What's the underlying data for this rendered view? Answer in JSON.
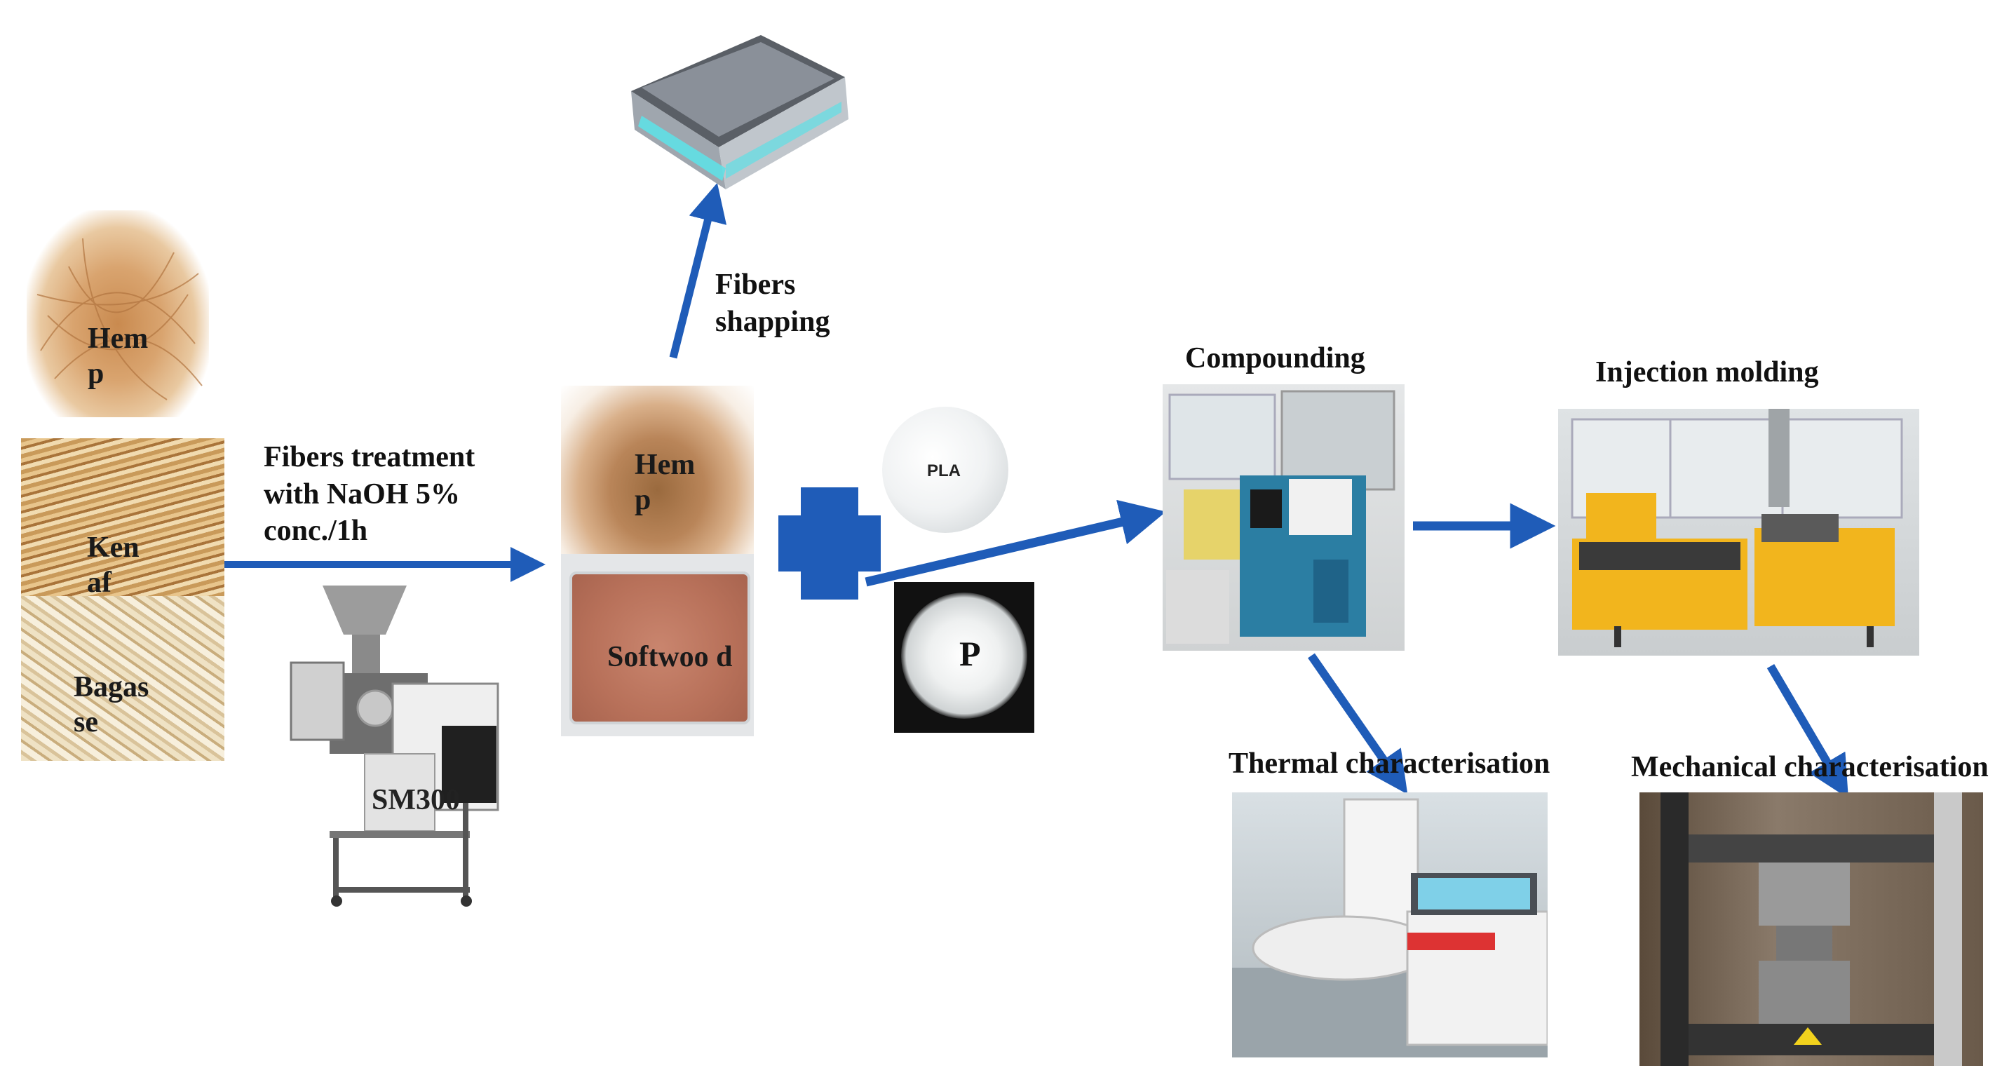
{
  "colors": {
    "arrow": "#1f5cb8"
  },
  "fibers": {
    "hemp_label": "Hem p",
    "kenaf_label": "Ken af",
    "bagasse_label": "Bagas se"
  },
  "treatment": {
    "line1": "Fibers treatment",
    "line2": "with NaOH 5%",
    "line3": "conc./1h"
  },
  "mill": {
    "label": "SM300"
  },
  "shaping": {
    "line1": "Fibers",
    "line2": "shapping"
  },
  "powders": {
    "hemp_label": "Hem p",
    "softwood_label": "Softwoo d"
  },
  "polymers": {
    "pla_label": "PLA",
    "pp_label": "P"
  },
  "compounding": {
    "title": "Compounding"
  },
  "injection": {
    "title": "Injection molding"
  },
  "thermal": {
    "title": "Thermal characterisation"
  },
  "mechanical": {
    "title": "Mechanical characterisation"
  },
  "icons": [
    "plus-icon",
    "scanner-icon",
    "arrow-right-icon",
    "arrow-up-icon",
    "arrow-down-icon"
  ]
}
